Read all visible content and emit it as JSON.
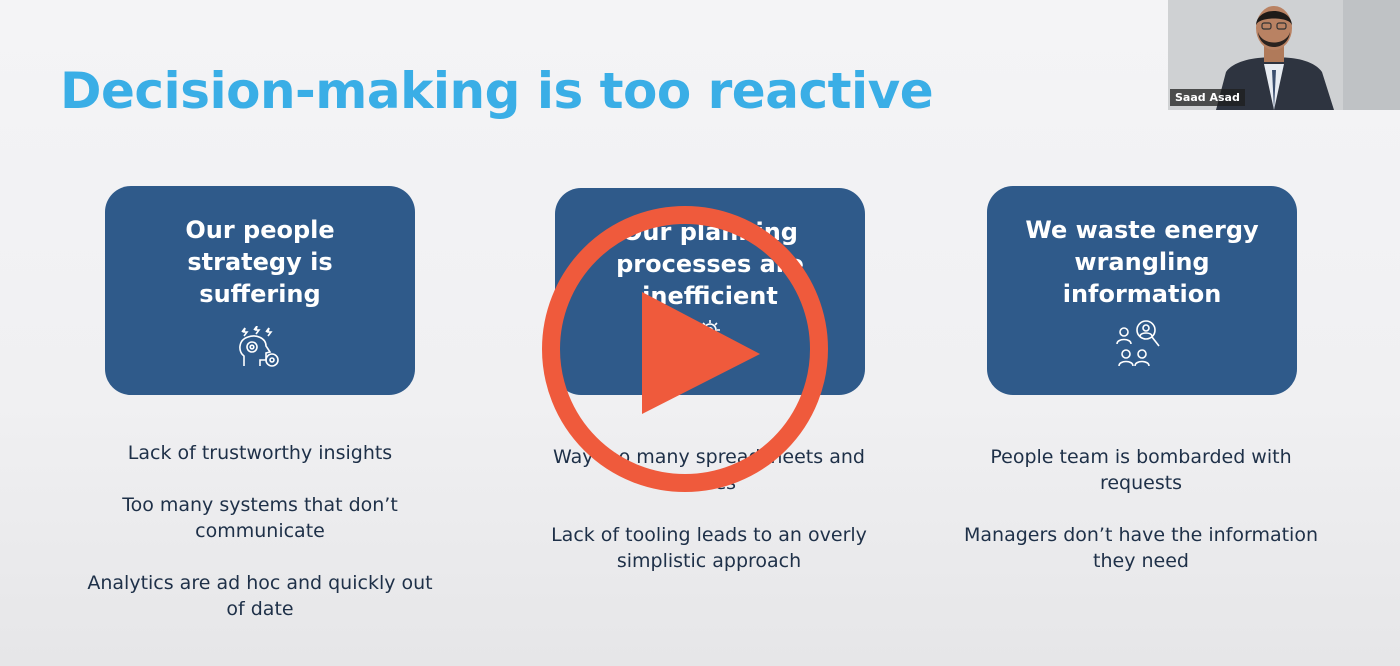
{
  "slide": {
    "title": "Decision-making is too reactive",
    "columns": [
      {
        "card_title": "Our people strategy is suffering",
        "icon": "brain-gears-icon",
        "points": [
          "Lack of trustworthy insights",
          "Too many systems that don’t communicate",
          "Analytics are ad hoc and quickly out of date"
        ]
      },
      {
        "card_title": "Our planning processes are inefficient",
        "icon": "gear-icon",
        "points": [
          "Way too many spreadsheets and slides",
          "Lack of tooling leads to an overly simplistic approach"
        ]
      },
      {
        "card_title": "We waste energy wrangling information",
        "icon": "people-search-icon",
        "points": [
          "People team is bombarded with requests",
          "Managers don’t have the information they need"
        ]
      }
    ]
  },
  "video": {
    "play_icon": "play-icon",
    "play_color": "#ef5a3c"
  },
  "participant": {
    "name": "Saad Asad"
  },
  "colors": {
    "title": "#3aaee6",
    "card": "#2f5a8a",
    "body_text": "#1e3048"
  }
}
